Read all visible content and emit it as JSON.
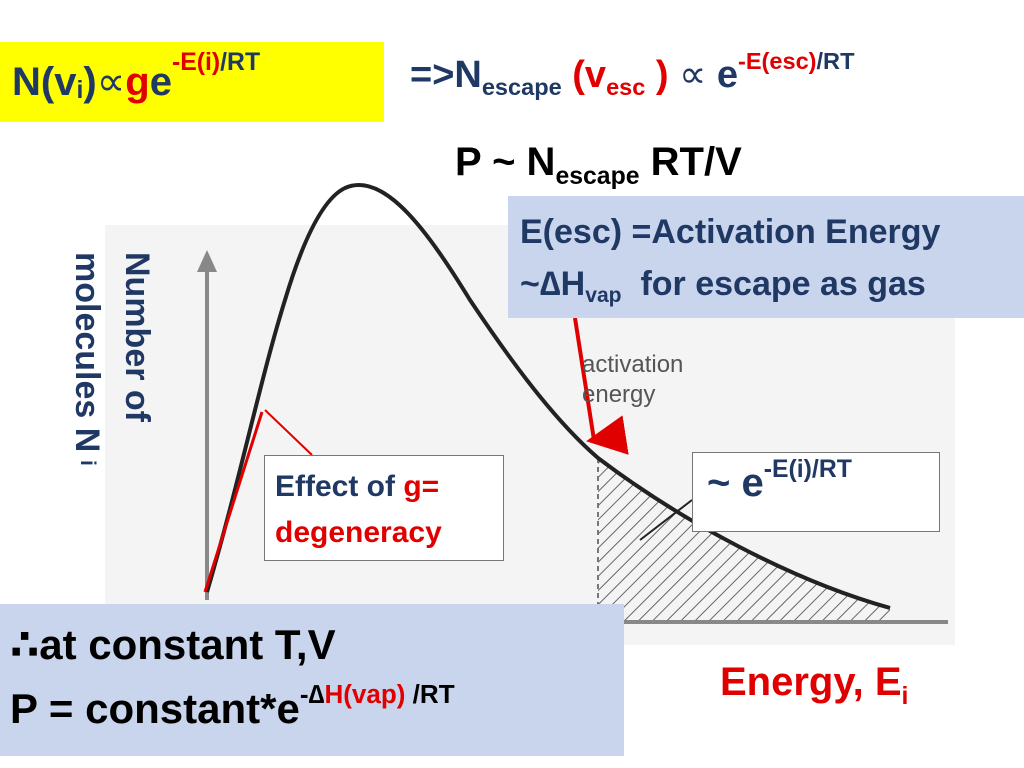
{
  "header": {
    "formula_main": {
      "prefix": "N(v",
      "sub": "i",
      "close": ")",
      "prop": " ∝ ",
      "g": "g",
      "e": "e",
      "exp_red": "-E(i)",
      "exp_rest": "/RT"
    },
    "formula_escape": {
      "arrow": "=>N",
      "sub1": "escape",
      "paren_open": " (v",
      "sub2": "esc",
      "paren_close": " )",
      "prop": " ∝ ",
      "e": "e",
      "exp_red": "-E(esc)",
      "exp_rest": "/RT"
    },
    "pressure": {
      "lhs": "P ~ N",
      "sub": "escape",
      "rhs": " RT/V"
    }
  },
  "activation_box": {
    "line1": "E(esc) =Activation Energy",
    "line2_prefix": "~",
    "line2_delta": "∆",
    "line2_h": "H",
    "line2_sub": "vap",
    "line2_rest": "  for escape as gas"
  },
  "chart": {
    "y_axis_label_line1": "Number of",
    "y_axis_label_line2": "molecules N",
    "y_axis_label_sub": "i",
    "inner_label_line1": "activation",
    "inner_label_line2": "energy",
    "x_axis_label": "Energy, E",
    "x_axis_label_sub": "i"
  },
  "degeneracy_box": {
    "text1": "Effect of ",
    "g": "g=",
    "line2": "degeneracy"
  },
  "boltzmann_box": {
    "tilde": "~ ",
    "e": "e",
    "exp": "-E(i)/RT"
  },
  "conclusion": {
    "line1": "∴at constant T,V",
    "line2_prefix": "P = constant*e",
    "exp_minus": "-",
    "exp_delta": "∆",
    "exp_red": "H(vap)",
    "exp_rest": " /RT"
  },
  "colors": {
    "navy": "#1f3864",
    "red": "#e00000",
    "yellow": "#ffff00",
    "light_blue": "#c9d5ec"
  }
}
